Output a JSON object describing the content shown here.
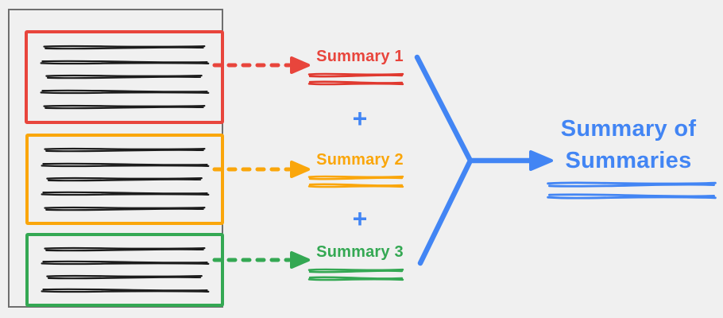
{
  "colors": {
    "background": "#f0f0f0",
    "document_border": "#6f6f6f",
    "text_scribble": "#1c1c1c",
    "red": "#e8453c",
    "orange": "#faa60b",
    "green": "#34a853",
    "blue": "#4285f4"
  },
  "source_document": {
    "chunks": [
      {
        "id": "chunk-1",
        "color_name": "red",
        "color": "#e8453c",
        "text_line_count": 5
      },
      {
        "id": "chunk-2",
        "color_name": "orange",
        "color": "#faa60b",
        "text_line_count": 5
      },
      {
        "id": "chunk-3",
        "color_name": "green",
        "color": "#34a853",
        "text_line_count": 4
      }
    ]
  },
  "summaries": [
    {
      "label": "Summary 1",
      "color": "#e8453c"
    },
    {
      "label": "Summary 2",
      "color": "#faa60b"
    },
    {
      "label": "Summary 3",
      "color": "#34a853"
    }
  ],
  "plus_operator": "+",
  "result": {
    "line1": "Summary of",
    "line2": "Summaries",
    "color": "#4285f4"
  }
}
